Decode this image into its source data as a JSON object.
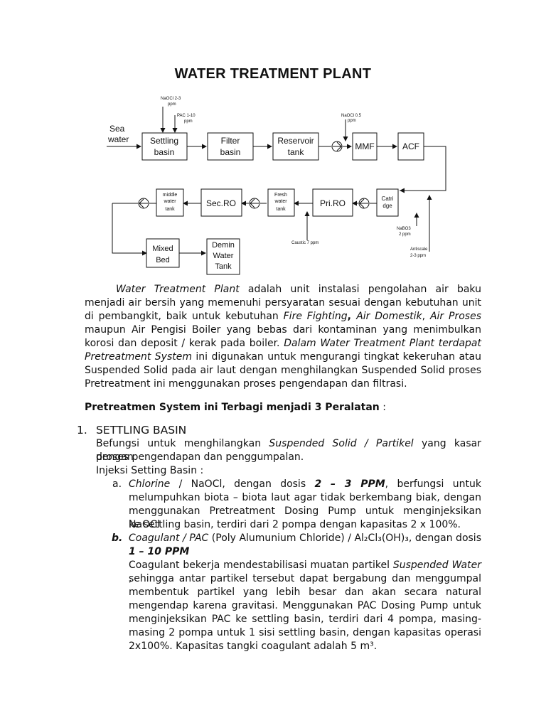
{
  "title": "WATER TREATMENT PLANT",
  "diagram": {
    "input_label_1": "Sea",
    "input_label_2": "water",
    "boxes": [
      [
        "Settling",
        "basin"
      ],
      [
        "Filter",
        "basin"
      ],
      [
        "Reservoir",
        "tank"
      ],
      [
        "MMF"
      ],
      [
        "ACF"
      ],
      [
        "Catri",
        "dge"
      ],
      [
        "Pri.RO"
      ],
      [
        "Fresh",
        "water",
        "tank"
      ],
      [
        "Sec.RO"
      ],
      [
        "middle",
        "water",
        "tank"
      ],
      [
        "Mixed",
        "Bed"
      ],
      [
        "Demin",
        "Water",
        "Tank"
      ]
    ],
    "chem_naocl_1": [
      "NaOCl 2-3",
      "ppm"
    ],
    "chem_pac": [
      "PAC 1-10",
      "ppm"
    ],
    "chem_naocl_2": [
      "NaOCl 0.5",
      "ppm"
    ],
    "chem_caustic": "Caustic 7 ppm",
    "chem_nabo3": [
      "NaBO3",
      "2 ppm"
    ],
    "chem_antiscale": [
      "Antiscale",
      "2-3 ppm"
    ]
  },
  "intro": {
    "lines": [
      [
        "Water Treatment Plant",
        " adalah unit instalasi pengolahan air baku"
      ],
      [
        "menjadi air bersih yang memenuhi persyaratan sesuai dengan kebutuhan unit"
      ],
      [
        "di pembangkit, baik untuk kebutuhan ",
        "Fire Fighting",
        ", ",
        "Air Domestik",
        ", ",
        "Air Proses"
      ],
      [
        "maupun Air Pengisi Boiler yang bebas dari kontaminan yang menimbulkan"
      ],
      [
        "korosi dan deposit / kerak pada boiler. ",
        "Dalam Water Treatment Plant terdapat"
      ],
      [
        "Pretreatment System",
        " ini digunakan untuk mengurangi tingkat kekeruhan atau"
      ],
      [
        "Suspended Solid pada air laut dengan menghilangkan Suspended Solid proses"
      ],
      [
        "Pretreatment ini menggunakan proses pengendapan dan filtrasi."
      ]
    ]
  },
  "subheading": "Pretreatmen System ini Terbagi menjadi 3 Peralatan",
  "subheading_suffix": " :",
  "section1": {
    "number": "1.",
    "heading": "SETTLING BASIN",
    "desc_1": "Befungsi untuk menghilangkan ",
    "desc_2": "Suspended Solid / Partikel",
    "desc_3": " yang kasar dengan",
    "desc_4": "proses pengendapan dan penggumpalan.",
    "injection": "Injeksi Setting Basin :",
    "item_a": {
      "marker": "a.",
      "l1a": "Chlorine",
      "l1b": " / NaOCl, dengan dosis ",
      "l1c": "2 – 3 PPM",
      "l1d": ", berfungsi untuk",
      "l2": "melumpuhkan biota – biota laut agar tidak berkembang biak, dengan",
      "l3": "menggunakan Pretreatment Dosing Pump untuk menginjeksikan NaOCl",
      "l4": "ke settling basin, terdiri dari 2 pompa dengan kapasitas 2 x 100%."
    },
    "item_b": {
      "marker": "b.",
      "l1a": "Coagulant / PAC",
      "l1b": " (Poly Alumunium Chloride) / Al₂Cl₃(OH)₃, dengan dosis",
      "l2": "1 – 10 PPM",
      "l3a": "Coagulant bekerja mendestabilisasi muatan partikel ",
      "l3b": "Suspended Water",
      "l3c": " ,",
      "l4": "sehingga antar partikel tersebut dapat bergabung dan menggumpal",
      "l5": "membentuk partikel yang lebih besar dan akan secara natural",
      "l6": "mengendap karena gravitasi. Menggunakan PAC Dosing Pump untuk",
      "l7": "menginjeksikan PAC ke settling basin, terdiri dari 4 pompa, masing-",
      "l8": "masing 2 pompa untuk 1 sisi settling basin, dengan kapasitas operasi",
      "l9": "2x100%. Kapasitas tangki coagulant adalah 5 m³."
    }
  }
}
